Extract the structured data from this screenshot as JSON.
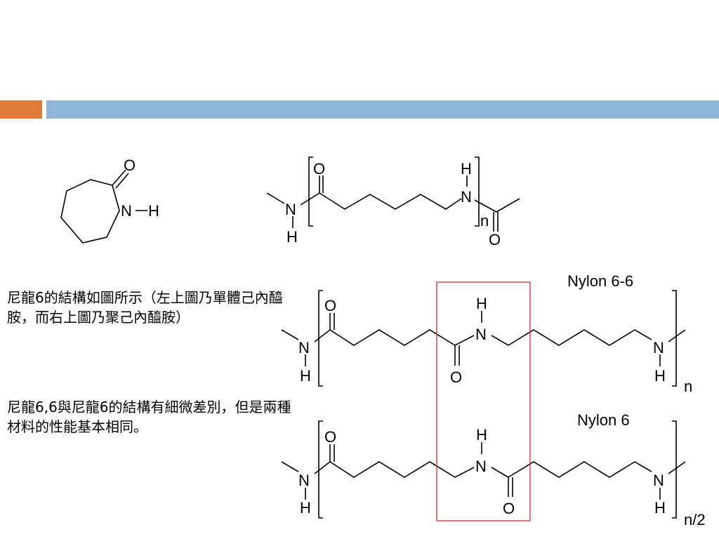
{
  "title_bar": {
    "accent_color": "#e07b39",
    "bar_color": "#8eb4d6"
  },
  "description": {
    "paragraph1": "尼龍6的結構如圖所示（左上圖乃單體己內醯胺，而右上圖乃聚己內醯胺）",
    "paragraph2": "尼龍6,6與尼龍6的結構有細微差別，但是兩種材料的性能基本相同。"
  },
  "structures": {
    "caprolactam": {
      "O": "O",
      "N": "N",
      "H": "H"
    },
    "polycaprolactam": {
      "O1": "O",
      "H_top": "H",
      "N_left": "N",
      "H_left": "H",
      "N_right": "N",
      "n": "n",
      "O2": "O"
    },
    "nylon66": {
      "title": "Nylon 6-6",
      "O1": "O",
      "H_mid": "H",
      "N_mid": "N",
      "O2": "O",
      "N_left": "N",
      "H_left": "H",
      "N_right": "N",
      "H_right": "H",
      "n": "n"
    },
    "nylon6": {
      "title": "Nylon 6",
      "O1": "O",
      "H_mid": "H",
      "N_mid": "N",
      "O2": "O",
      "N_left": "N",
      "H_left": "H",
      "N_right": "N",
      "H_right": "H",
      "n": "n/2"
    }
  },
  "highlight_color": "#e0393b"
}
